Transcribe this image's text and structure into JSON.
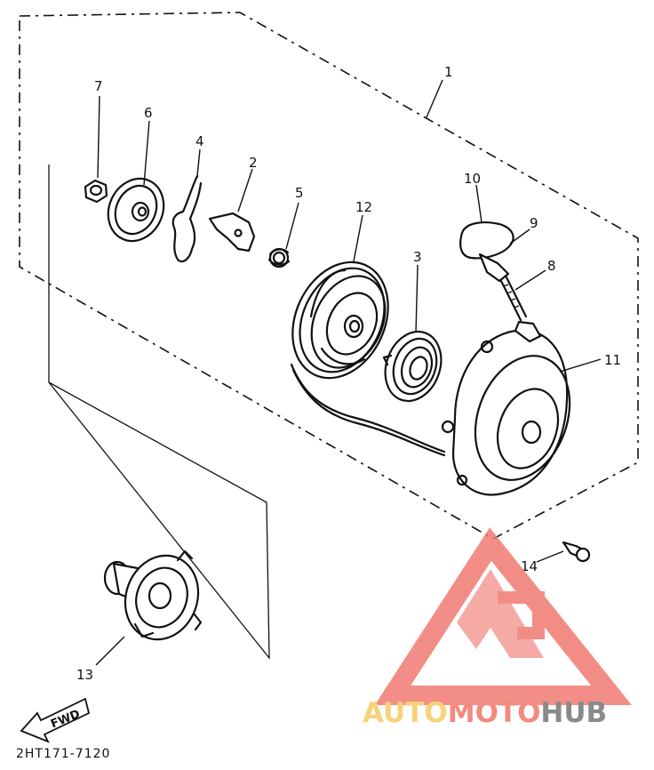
{
  "diagram": {
    "part_labels": {
      "p1": "1",
      "p2": "2",
      "p3": "3",
      "p4": "4",
      "p5": "5",
      "p6": "6",
      "p7": "7",
      "p8": "8",
      "p9": "9",
      "p10": "10",
      "p11": "11",
      "p12": "12",
      "p13": "13",
      "p14": "14"
    },
    "direction_arrow": "FWD",
    "drawing_code": "2HT171-7120"
  },
  "watermark": {
    "word_part1": "AUTO",
    "word_part2": "MOTO",
    "word_part3": "HUB",
    "color_part1": "#f7d27a",
    "color_part2": "#f28a7e",
    "color_part3": "#8a8a8a",
    "logo_color": "#f07a72"
  }
}
